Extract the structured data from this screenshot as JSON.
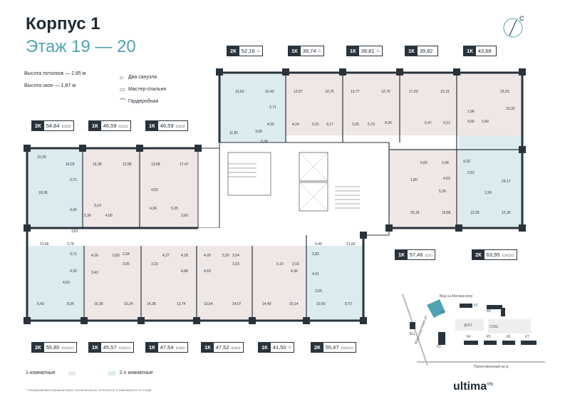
{
  "header": {
    "building": "Корпус 1",
    "floor": "Этаж 19 — 20"
  },
  "compass": {
    "letter": "С"
  },
  "legend": {
    "ceiling": "Высота потолков — 2,85 м",
    "windows": "Высота окон — 1,87 м",
    "two_bath": "Два санузла",
    "master": "Мастер-спальня",
    "wardrobe": "Гардеробная"
  },
  "apartments_top": [
    {
      "type": "2К",
      "area": "52,16",
      "icons": "⌂"
    },
    {
      "type": "1К",
      "area": "39,74",
      "icons": "⌂"
    },
    {
      "type": "1К",
      "area": "39,81",
      "icons": "⌂"
    },
    {
      "type": "1К",
      "area": "39,82",
      "icons": ""
    },
    {
      "type": "1К",
      "area": "43,68",
      "icons": ""
    }
  ],
  "apartments_left": [
    {
      "type": "2К",
      "area": "54,84",
      "icons": "▭▭"
    },
    {
      "type": "1К",
      "area": "46,59",
      "icons": "▭▭"
    },
    {
      "type": "1К",
      "area": "46,59",
      "icons": "▭▭"
    }
  ],
  "apartments_right": [
    {
      "type": "1К",
      "area": "57,46",
      "icons": "▭⌂"
    },
    {
      "type": "2К",
      "area": "63,95",
      "icons": "▭▭⌂"
    }
  ],
  "apartments_bottom": [
    {
      "type": "2К",
      "area": "55,80",
      "icons": "▭▭⌂"
    },
    {
      "type": "1К",
      "area": "45,57",
      "icons": "▭▭⌂"
    },
    {
      "type": "1К",
      "area": "47,54",
      "icons": "▭▭"
    },
    {
      "type": "1К",
      "area": "47,52",
      "icons": "▭▭"
    },
    {
      "type": "1К",
      "area": "41,50",
      "icons": "⌂"
    },
    {
      "type": "2К",
      "area": "55,47",
      "icons": "▭▭⌂"
    }
  ],
  "room_areas": {
    "top": [
      "13,63",
      "10,42",
      "2,71",
      "11,81",
      "3,90",
      "5,34",
      "4,30",
      "12,87",
      "13,75",
      "4,24",
      "5,91",
      "3,17",
      "13,77",
      "12,70",
      "3,26",
      "5,79",
      "4,26",
      "17,03",
      "13,19",
      "6,47",
      "6,12",
      "23,23",
      "1,96",
      "4,66",
      "10,32",
      "3,49"
    ],
    "left": [
      "10,29",
      "10,29",
      "2,71",
      "18,06",
      "4,43",
      "3,61",
      "16,38",
      "12,96",
      "3,14",
      "5,36",
      "4,00",
      "13,68",
      "17,47",
      "4,50",
      "4,36",
      "5,35",
      "2,60"
    ],
    "right": [
      "5,60",
      "2,48",
      "1,80",
      "4,03",
      "5,36",
      "23,18",
      "10,86",
      "4,32",
      "2,52",
      "24,17",
      "1,99",
      "12,20",
      "12,30"
    ],
    "bottom": [
      "21,66",
      "3,78",
      "3,71",
      "4,30",
      "4,18",
      "3,43",
      "4,53",
      "6,43",
      "8,36",
      "5,83",
      "2,34",
      "3,05",
      "10,39",
      "15,24",
      "4,37",
      "3,33",
      "4,18",
      "4,88",
      "14,28",
      "13,74",
      "4,09",
      "4,63",
      "5,30",
      "3,54",
      "3,33",
      "13,64",
      "14,07",
      "5,10",
      "4,36",
      "3,15",
      "14,40",
      "10,14",
      "4,40",
      "21,66",
      "2,83",
      "4,01",
      "2,65",
      "10,50",
      "9,72"
    ]
  },
  "key": {
    "one_room": "1-комнатные",
    "two_room": "2-х комнатные"
  },
  "colors": {
    "one_room": "#efe7e6",
    "two_room": "#dcebee",
    "accent": "#4fa3b3",
    "wall": "#2a333c"
  },
  "map": {
    "view_label": "Вид на Москва-реку",
    "street1": "Южнопортовая ул.",
    "street2": "Проектируемый пр-д",
    "labels": [
      "К1",
      "К2",
      "К3",
      "К4",
      "К5",
      "К6",
      "К7",
      "К8",
      "ДОО",
      "СОШ",
      "БЦ"
    ]
  },
  "footnote": "* планировочные решения могут незначительно отличаться в зависимости от этажа",
  "logo": {
    "name": "ultima",
    "sup": "city"
  }
}
